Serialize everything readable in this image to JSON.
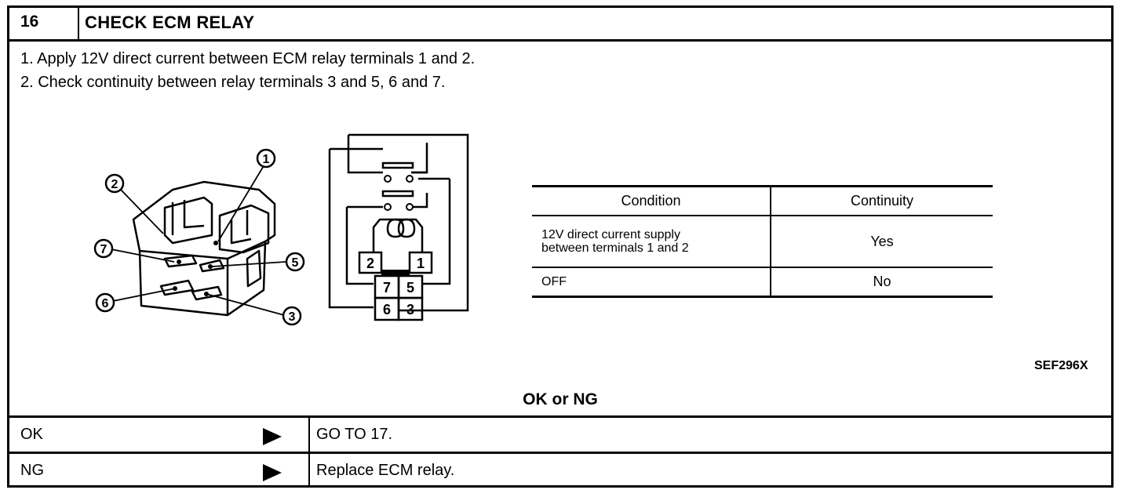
{
  "step": {
    "number": "16",
    "title": "CHECK ECM RELAY"
  },
  "instructions": [
    "1.  Apply 12V direct current between ECM relay terminals 1 and 2.",
    "2.  Check continuity between relay terminals 3 and 5, 6 and 7."
  ],
  "relay_callouts": [
    "1",
    "2",
    "3",
    "5",
    "6",
    "7"
  ],
  "terminal_boxes": [
    "2",
    "1",
    "7",
    "5",
    "6",
    "3"
  ],
  "condition_table": {
    "headers": [
      "Condition",
      "Continuity"
    ],
    "rows": [
      {
        "condition_line1": "12V direct current supply",
        "condition_line2": "between terminals 1 and 2",
        "continuity": "Yes"
      },
      {
        "condition_line1": "OFF",
        "condition_line2": "",
        "continuity": "No"
      }
    ]
  },
  "figure_id": "SEF296X",
  "result_heading": "OK or NG",
  "results": [
    {
      "label": "OK",
      "arrow_icon": "right-triangle-arrow",
      "action": "GO TO 17."
    },
    {
      "label": "NG",
      "arrow_icon": "right-triangle-arrow",
      "action": "Replace ECM relay."
    }
  ]
}
